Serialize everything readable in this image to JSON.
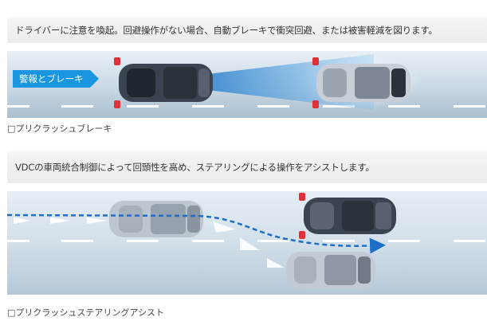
{
  "section1": {
    "description": "ドライバーに注意を喚起。回避操作がない場合、自動ブレーキで衝突回避、または被害軽減を図ります。",
    "badge": "警報とブレーキ",
    "caption": "□プリクラッシュブレーキ"
  },
  "section2": {
    "description": "VDCの車両統合制御によって回頭性を高め、ステアリングによる操作をアシストします。",
    "caption": "□プリクラッシュステアリングアシスト"
  },
  "colors": {
    "road_light": "#dfe9f1",
    "road_dark": "#b4c7d6",
    "accent_blue": "#1a96e0",
    "path_blue": "#1f6fc9",
    "brake_red": "#e0303a"
  }
}
